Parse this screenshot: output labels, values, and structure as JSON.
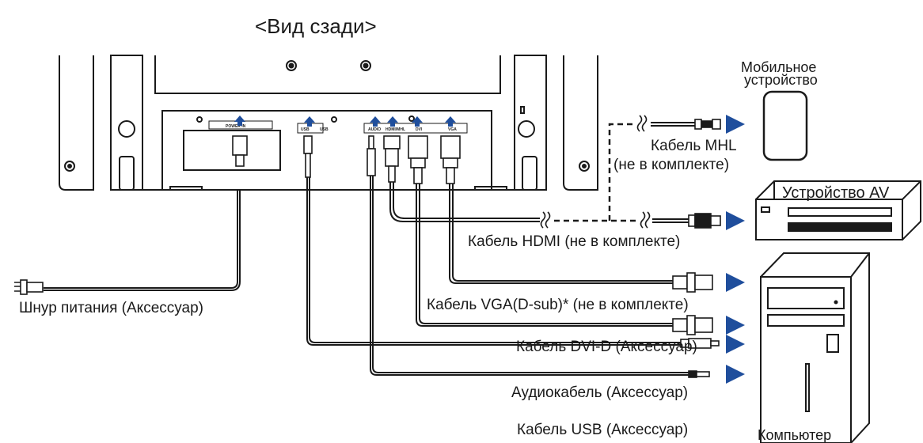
{
  "diagram": {
    "title": "<Вид сзади>",
    "ports": {
      "power_in": "POWER IN",
      "usb_up": "USB",
      "usb_down": "USB",
      "audio": "AUDIO",
      "hdmi_mhl": "HDMI/MHL",
      "dvi": "DVI",
      "vga": "VGA"
    },
    "cables": {
      "power": "Шнур питания (Аксессуар)",
      "mhl_line1": "Кабель MHL",
      "mhl_line2": "(не в комплекте)",
      "hdmi": "Кабель HDMI (не в комплекте)",
      "vga": "Кабель VGA(D-sub)* (не в комплекте)",
      "dvi": "Кабель DVI-D (Аксессуар)",
      "audio": "Аудиокабель (Аксессуар)",
      "usb": "Кабель USB (Аксессуар)"
    },
    "devices": {
      "mobile_line1": "Мобильное",
      "mobile_line2": "устройство",
      "av": "Устройство AV",
      "computer": "Компьютер"
    },
    "colors": {
      "line": "#1a1a1a",
      "arrow": "#1f4e9c",
      "panel_gray": "#d9d9d9"
    }
  }
}
